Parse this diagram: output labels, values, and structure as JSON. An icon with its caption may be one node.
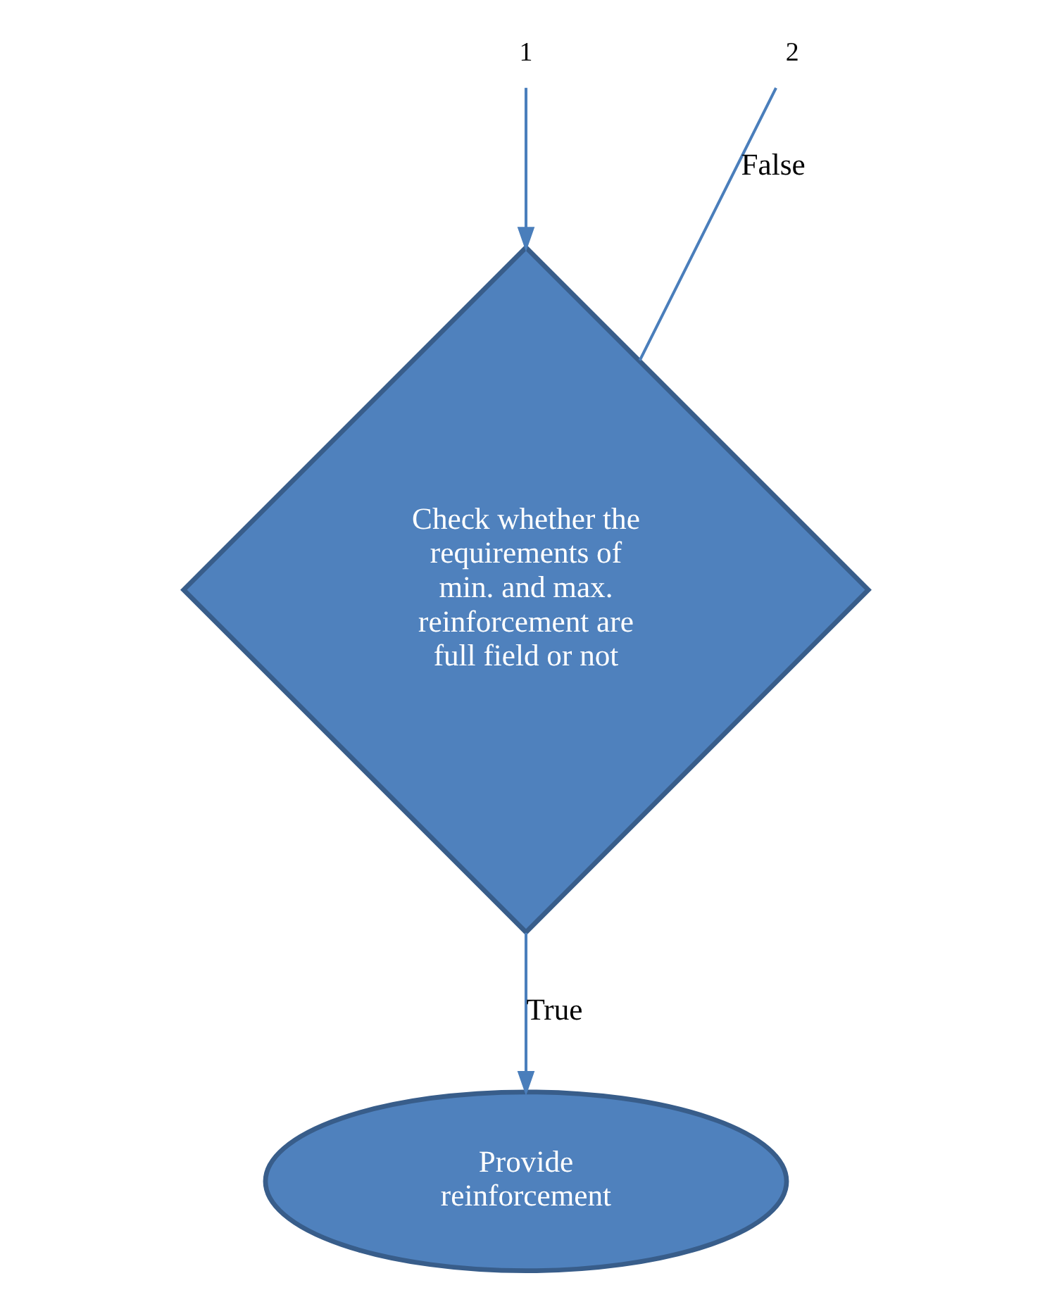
{
  "diagram": {
    "nodes": [
      {
        "text": [
          "1"
        ]
      },
      {
        "text": [
          "2"
        ]
      },
      {
        "text": [
          "Check whether the requirements of min. and max. reinforcement are full field or not"
        ]
      },
      {
        "text": [
          "Provide reinforcement"
        ]
      }
    ],
    "edges": [
      {
        "from": 0,
        "to": 2,
        "arrow": "to"
      },
      {
        "from": 2,
        "to": 1,
        "arrow": "none",
        "label": "False"
      },
      {
        "from": 2,
        "to": 3,
        "arrow": "to",
        "label": "True"
      }
    ]
  }
}
